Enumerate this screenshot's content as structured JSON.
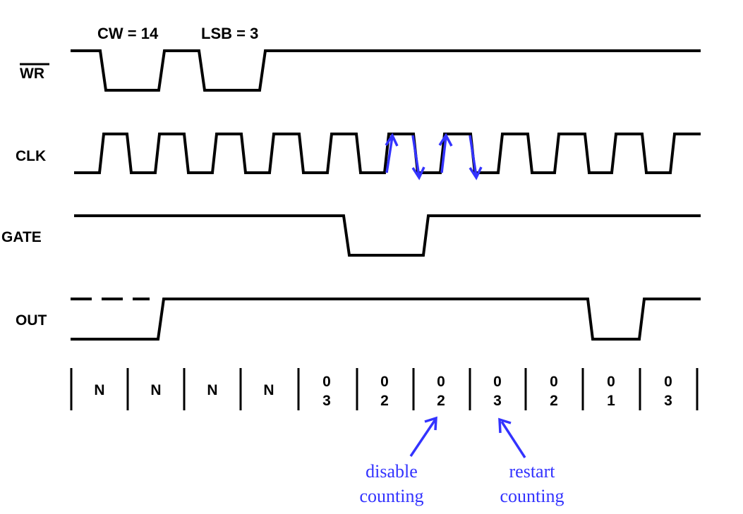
{
  "header": {
    "cw_label": "CW = 14",
    "lsb_label": "LSB = 3"
  },
  "signals": {
    "wr": "WR",
    "clk": "CLK",
    "gate": "GATE",
    "out": "OUT"
  },
  "counter_values": [
    {
      "top": "N",
      "bottom": ""
    },
    {
      "top": "N",
      "bottom": ""
    },
    {
      "top": "N",
      "bottom": ""
    },
    {
      "top": "N",
      "bottom": ""
    },
    {
      "top": "0",
      "bottom": "3"
    },
    {
      "top": "0",
      "bottom": "2"
    },
    {
      "top": "0",
      "bottom": "2"
    },
    {
      "top": "0",
      "bottom": "3"
    },
    {
      "top": "0",
      "bottom": "2"
    },
    {
      "top": "0",
      "bottom": "1"
    },
    {
      "top": "0",
      "bottom": "3"
    }
  ],
  "annotations": {
    "disable_line1": "disable",
    "disable_line2": "counting",
    "restart_line1": "restart",
    "restart_line2": "counting",
    "accent_color": "#3333ff"
  }
}
